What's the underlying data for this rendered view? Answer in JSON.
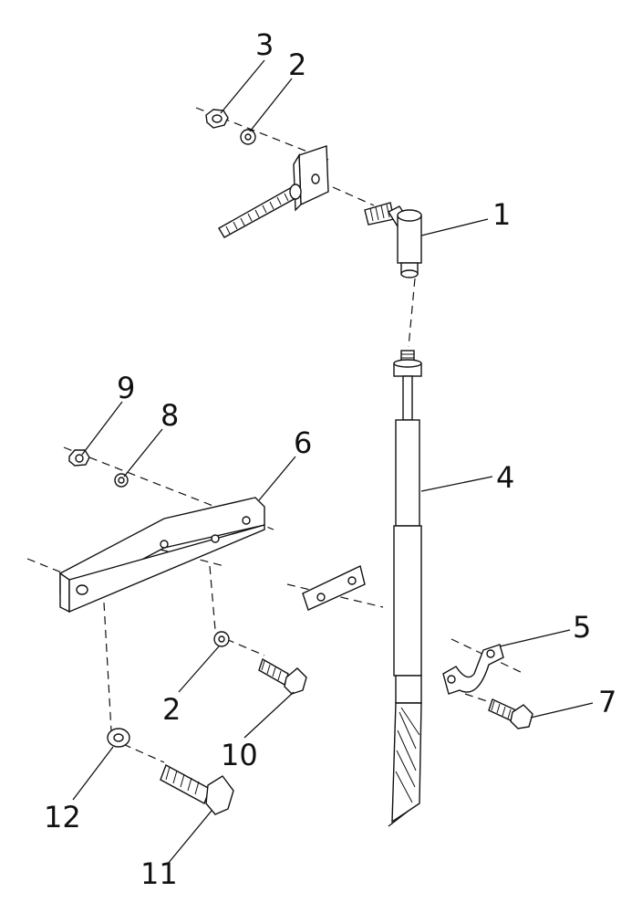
{
  "diagram": {
    "callouts": [
      {
        "id": "c3a",
        "label": "3"
      },
      {
        "id": "c2a",
        "label": "2"
      },
      {
        "id": "c1",
        "label": "1"
      },
      {
        "id": "c9",
        "label": "9"
      },
      {
        "id": "c8",
        "label": "8"
      },
      {
        "id": "c6",
        "label": "6"
      },
      {
        "id": "c4",
        "label": "4"
      },
      {
        "id": "c5",
        "label": "5"
      },
      {
        "id": "c2b",
        "label": "2"
      },
      {
        "id": "c7",
        "label": "7"
      },
      {
        "id": "c10",
        "label": "10"
      },
      {
        "id": "c12",
        "label": "12"
      },
      {
        "id": "c11",
        "label": "11"
      }
    ]
  }
}
